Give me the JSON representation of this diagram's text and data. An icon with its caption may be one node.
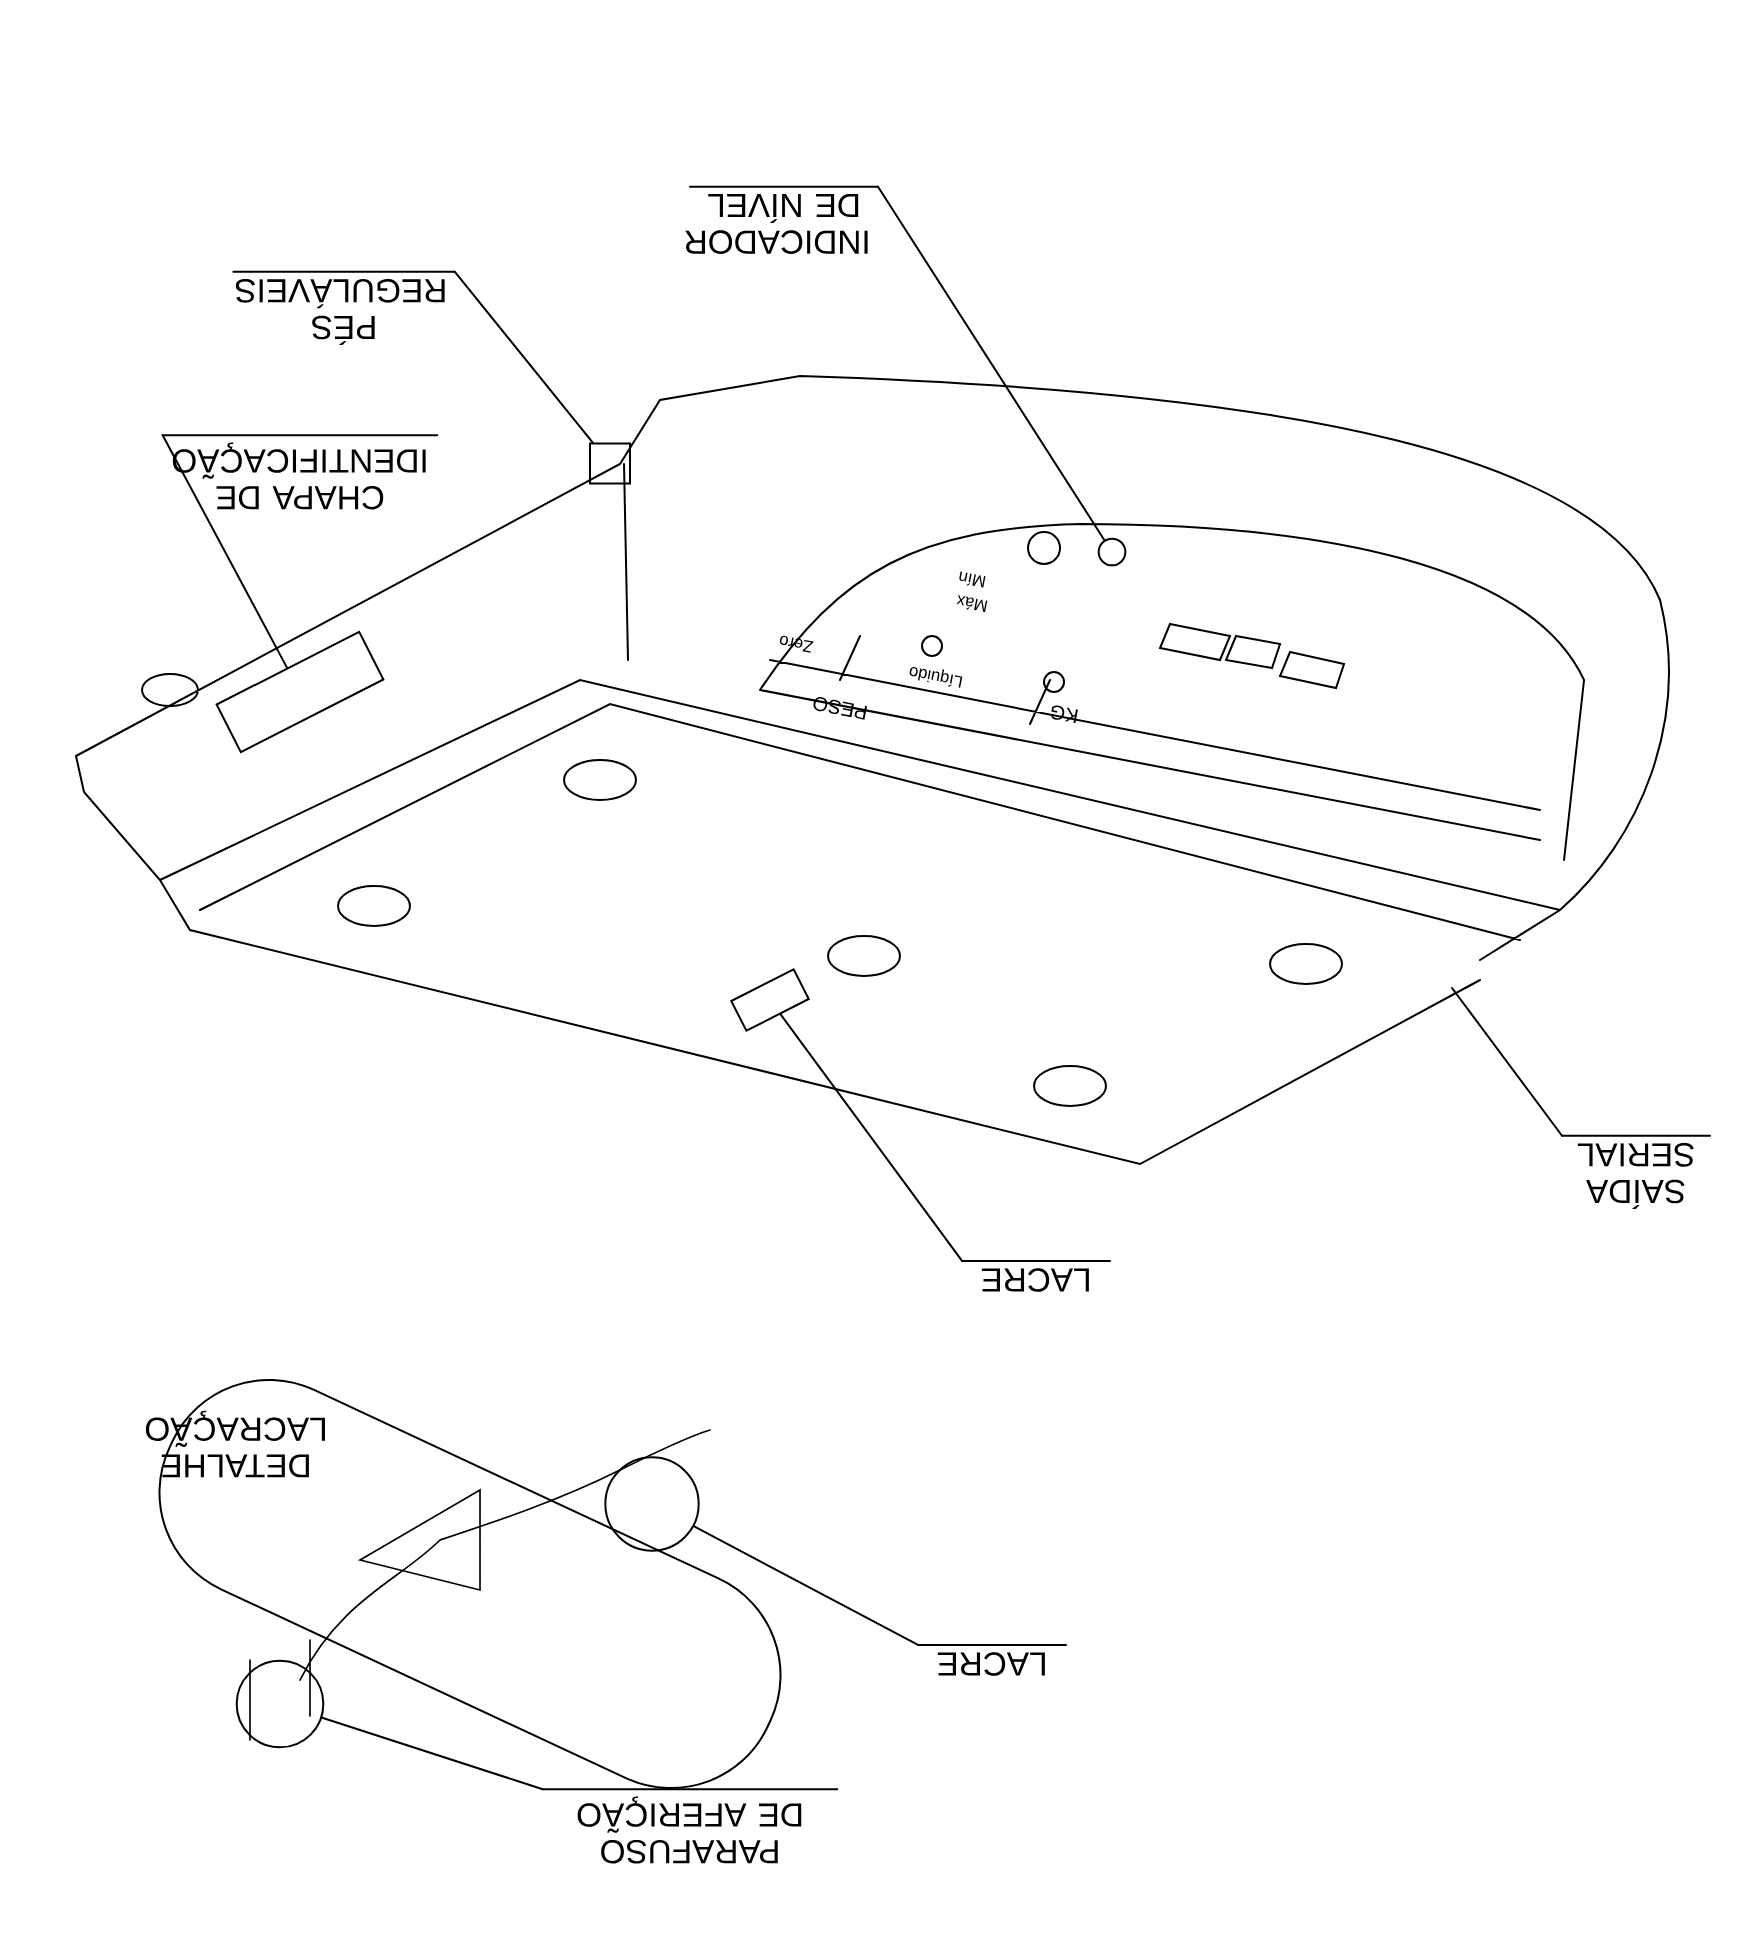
{
  "diagram": {
    "nodes": [
      {
        "text": [
          "INDICADOR DE NÍVEL"
        ]
      },
      {
        "text": [],
        "shape": "circle"
      },
      {
        "text": [
          "PÉS REGULÁVEIS"
        ]
      },
      {
        "text": [],
        "shape": "cylinder"
      },
      {
        "text": [
          "CHAPA DE IDENTIFICAÇÃO"
        ]
      },
      {
        "text": [],
        "shape": "box"
      },
      {
        "text": [
          "LACRE"
        ]
      },
      {
        "text": [],
        "shape": "box"
      },
      {
        "text": [
          "SAÍDA SERIAL"
        ]
      },
      {
        "text": [
          "LACRE"
        ]
      },
      {
        "text": [],
        "shape": "circle"
      },
      {
        "text": [
          "PARAFUSO DE AFERIÇÃO"
        ]
      },
      {
        "text": [],
        "shape": "circle"
      }
    ],
    "edges": [
      {
        "from": 0,
        "to": 1,
        "arrow": "none"
      },
      {
        "from": 2,
        "to": 3,
        "arrow": "none"
      },
      {
        "from": 4,
        "to": 5,
        "arrow": "none"
      },
      {
        "from": 6,
        "to": 7,
        "arrow": "none"
      },
      {
        "from": 8,
        "to": null,
        "arrow": "none"
      },
      {
        "from": 9,
        "to": 10,
        "arrow": "none"
      },
      {
        "from": 11,
        "to": 12,
        "arrow": "none"
      }
    ],
    "labels": [
      "PESO",
      "KG",
      "Zero",
      "Líquido",
      "Máx",
      "Mín",
      "DETALHE LACRAÇÃO"
    ]
  }
}
